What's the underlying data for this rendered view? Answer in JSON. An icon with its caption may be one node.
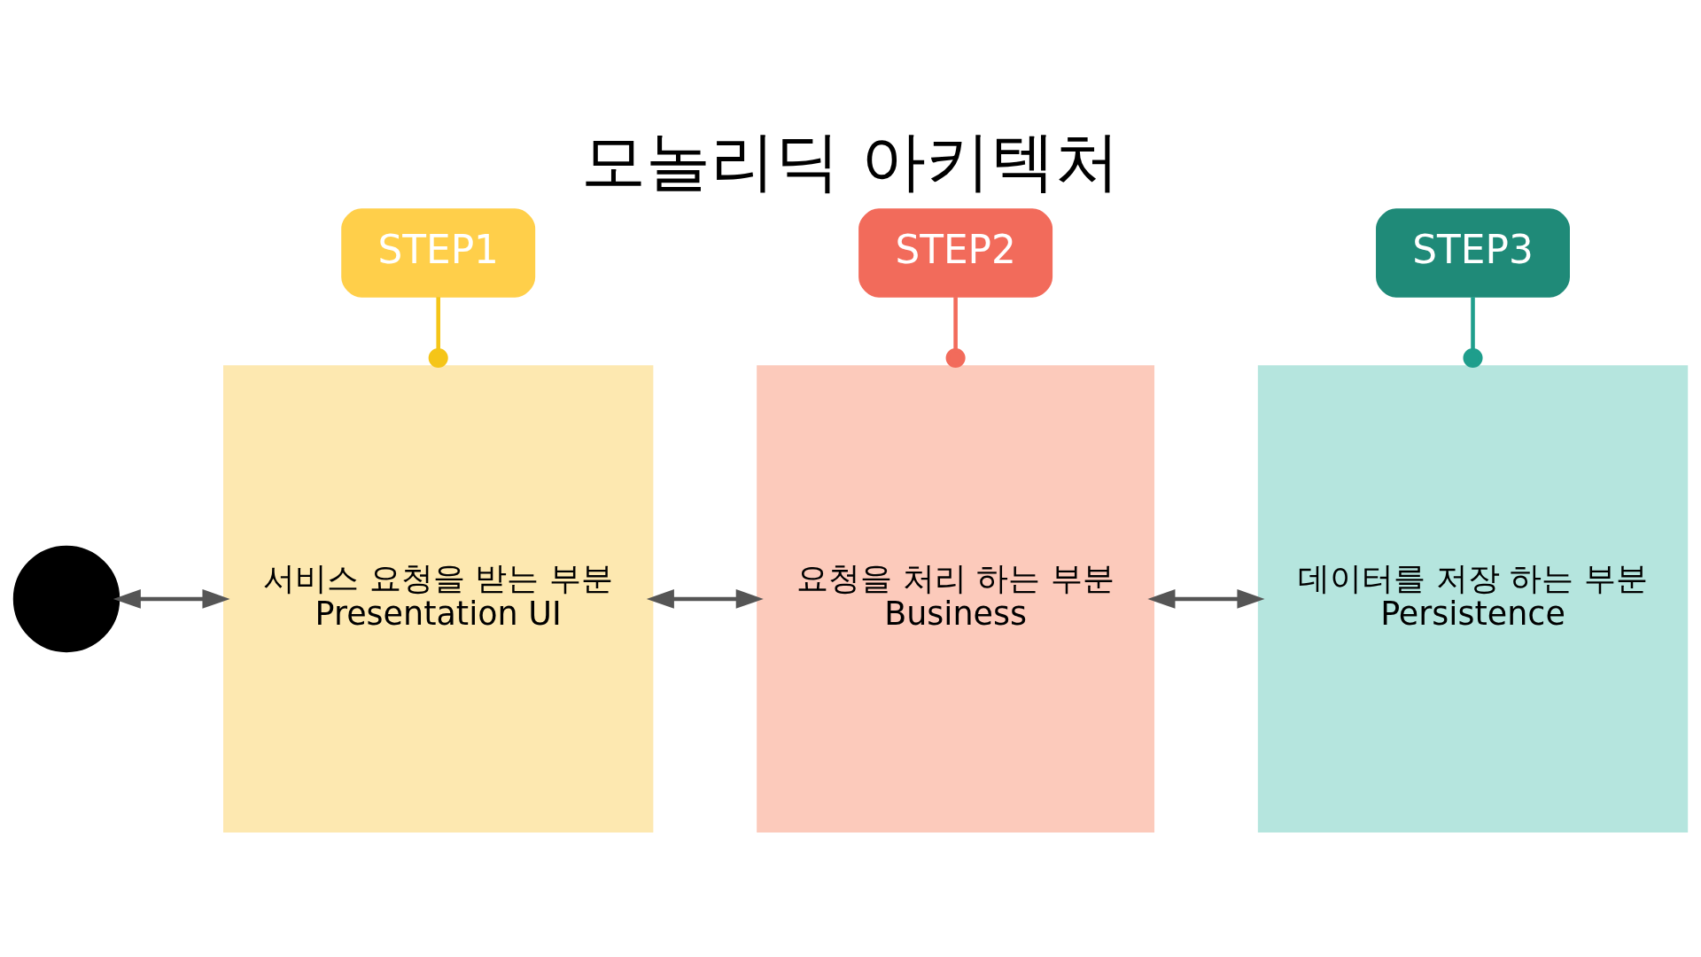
{
  "diagram": {
    "title": "모놀리딕 아키텍처",
    "nodes": [
      {
        "text": [],
        "shape": "person"
      },
      {
        "text": [
          "STEP1"
        ]
      },
      {
        "text": [
          "서비스 요청을 받는 부분",
          "Presentation UI"
        ]
      },
      {
        "text": [
          "STEP2"
        ]
      },
      {
        "text": [
          "요청을 처리 하는 부분",
          "Business"
        ]
      },
      {
        "text": [
          "STEP3"
        ]
      },
      {
        "text": [
          "데이터를 저장 하는 부분",
          "Persistence"
        ]
      }
    ],
    "edges": [
      {
        "from": 1,
        "to": 2,
        "arrow": "other",
        "color": "#f5c518"
      },
      {
        "from": 3,
        "to": 4,
        "arrow": "other",
        "color": "#f26b5b"
      },
      {
        "from": 5,
        "to": 6,
        "arrow": "other",
        "color": "#1f9e8c"
      },
      {
        "from": 0,
        "to": 2,
        "arrow": "both"
      },
      {
        "from": 2,
        "to": 4,
        "arrow": "both"
      },
      {
        "from": 4,
        "to": 6,
        "arrow": "both"
      }
    ]
  }
}
